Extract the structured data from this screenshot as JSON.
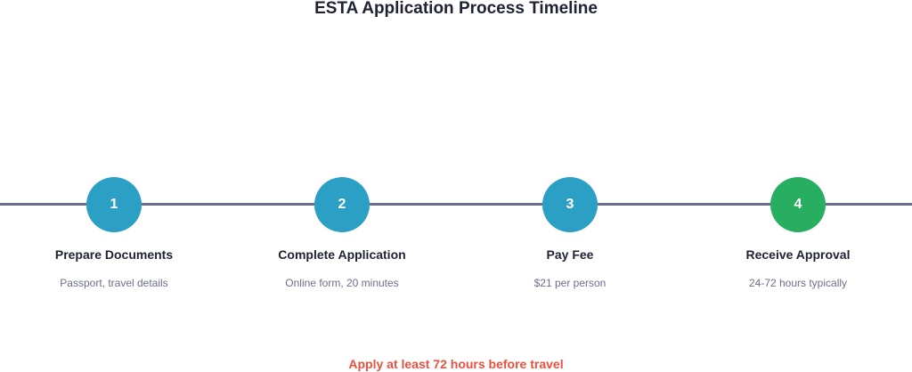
{
  "title": "ESTA Application Process Timeline",
  "colors": {
    "line": "#6b6f8e",
    "step_pending": "#2b9fc4",
    "step_final": "#27ae60",
    "title_text": "#1e2233",
    "desc_text": "#6b6f8e",
    "note_text": "#e8503f"
  },
  "steps": [
    {
      "number": "1",
      "title": "Prepare Documents",
      "description": "Passport, travel details",
      "color": "#2b9fc4"
    },
    {
      "number": "2",
      "title": "Complete Application",
      "description": "Online form, 20 minutes",
      "color": "#2b9fc4"
    },
    {
      "number": "3",
      "title": "Pay Fee",
      "description": "$21 per person",
      "color": "#2b9fc4"
    },
    {
      "number": "4",
      "title": "Receive Approval",
      "description": "24-72 hours typically",
      "color": "#27ae60"
    }
  ],
  "note": "Apply at least 72 hours before travel"
}
